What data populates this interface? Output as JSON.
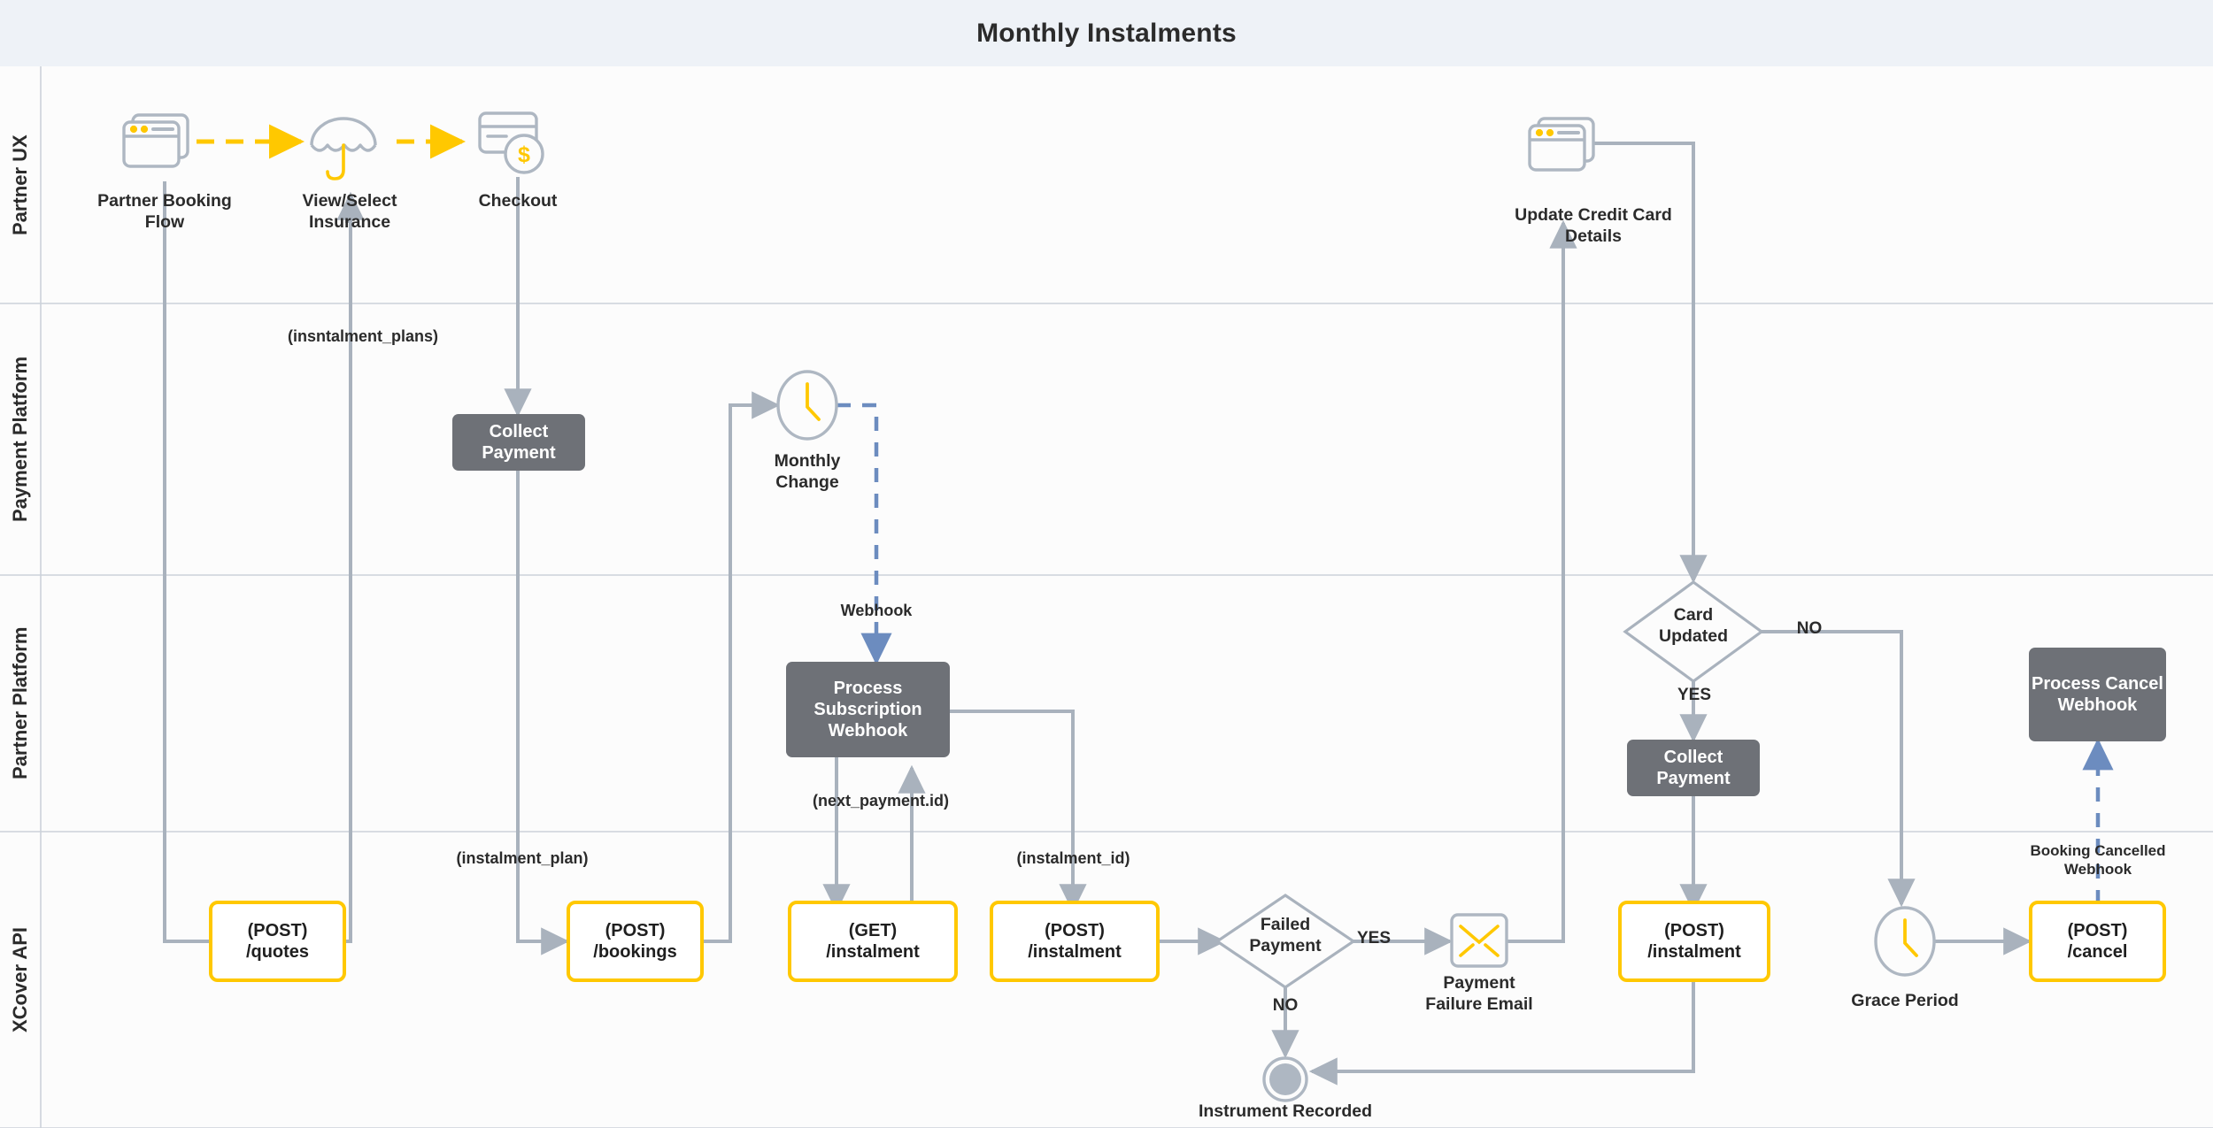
{
  "header": {
    "title": "Monthly Instalments",
    "band_color": "#eef2f7"
  },
  "palette": {
    "accent_yellow": "#ffc800",
    "gray_box": "#6e7177",
    "connector_gray": "#a9b2bd",
    "webhook_blue": "#6c8cbf",
    "text": "#2b2b2b",
    "canvas": "#fcfcfc"
  },
  "lanes": [
    {
      "id": "partner-ux",
      "label": "Partner UX"
    },
    {
      "id": "payment-platform",
      "label": "Payment Platform"
    },
    {
      "id": "partner-platform",
      "label": "Partner Platform"
    },
    {
      "id": "xcover-api",
      "label": "XCover API"
    }
  ],
  "nodes": {
    "partner_booking_flow": {
      "label": "Partner Booking\nFlow",
      "icon": "browser-windows-icon",
      "lane": "partner-ux"
    },
    "view_select_insurance": {
      "label": "View/Select\nInsurance",
      "icon": "umbrella-icon",
      "lane": "partner-ux"
    },
    "checkout": {
      "label": "Checkout",
      "icon": "credit-card-dollar-icon",
      "lane": "partner-ux"
    },
    "update_credit_card": {
      "label": "Update Credit Card\nDetails",
      "icon": "browser-windows-icon",
      "lane": "partner-ux"
    },
    "collect_payment_1": {
      "label": "Collect\nPayment",
      "type": "process",
      "lane": "payment-platform"
    },
    "monthly_change": {
      "label": "Monthly\nChange",
      "icon": "clock-icon",
      "lane": "payment-platform"
    },
    "process_subscription_webhook": {
      "label": "Process\nSubscription\nWebhook",
      "type": "process",
      "lane": "partner-platform"
    },
    "card_updated": {
      "label": "Card\nUpdated",
      "type": "decision",
      "lane": "partner-platform"
    },
    "collect_payment_2": {
      "label": "Collect\nPayment",
      "type": "process",
      "lane": "partner-platform"
    },
    "process_cancel_webhook": {
      "label": "Process\nCancel\nWebhook",
      "type": "process",
      "lane": "partner-platform"
    },
    "post_quotes": {
      "label": "(POST)\n/quotes",
      "type": "api",
      "lane": "xcover-api"
    },
    "post_bookings": {
      "label": "(POST)\n/bookings",
      "type": "api",
      "lane": "xcover-api"
    },
    "get_instalment": {
      "label": "(GET)\n/instalment",
      "type": "api",
      "lane": "xcover-api"
    },
    "post_instalment_1": {
      "label": "(POST)\n/instalment",
      "type": "api",
      "lane": "xcover-api"
    },
    "failed_payment": {
      "label": "Failed\nPayment",
      "type": "decision",
      "lane": "xcover-api"
    },
    "payment_failure_email": {
      "label": "Payment\nFailure Email",
      "icon": "envelope-icon",
      "lane": "xcover-api"
    },
    "post_instalment_2": {
      "label": "(POST)\n/instalment",
      "type": "api",
      "lane": "xcover-api"
    },
    "grace_period": {
      "label": "Grace Period",
      "icon": "clock-icon",
      "lane": "xcover-api"
    },
    "post_cancel": {
      "label": "(POST)\n/cancel",
      "type": "api",
      "lane": "xcover-api"
    },
    "instrument_recorded": {
      "label": "Instrument Recorded",
      "icon": "end-node-icon",
      "lane": "xcover-api"
    }
  },
  "node_text": {
    "partner_booking_flow_l1": "Partner Booking",
    "partner_booking_flow_l2": "Flow",
    "view_select_insurance_l1": "View/Select",
    "view_select_insurance_l2": "Insurance",
    "checkout_l1": "Checkout",
    "update_credit_card_l1": "Update Credit Card",
    "update_credit_card_l2": "Details",
    "monthly_change_l1": "Monthly",
    "monthly_change_l2": "Change",
    "payment_failure_email_l1": "Payment",
    "payment_failure_email_l2": "Failure Email",
    "grace_period_l1": "Grace Period",
    "instrument_recorded_l1": "Instrument Recorded",
    "collect_payment_1": "Collect Payment",
    "collect_payment_2": "Collect Payment",
    "process_subscription_webhook": "Process Subscription Webhook",
    "process_cancel_webhook": "Process Cancel Webhook",
    "card_updated_l1": "Card",
    "card_updated_l2": "Updated",
    "failed_payment_l1": "Failed",
    "failed_payment_l2": "Payment",
    "post_quotes_l1": "(POST)",
    "post_quotes_l2": "/quotes",
    "post_bookings_l1": "(POST)",
    "post_bookings_l2": "/bookings",
    "get_instalment_l1": "(GET)",
    "get_instalment_l2": "/instalment",
    "post_instalment_1_l1": "(POST)",
    "post_instalment_1_l2": "/instalment",
    "post_instalment_2_l1": "(POST)",
    "post_instalment_2_l2": "/instalment",
    "post_cancel_l1": "(POST)",
    "post_cancel_l2": "/cancel"
  },
  "edge_labels": {
    "instalment_plans": "(insntalment_plans)",
    "instalment_plan": "(instalment_plan)",
    "webhook": "Webhook",
    "next_payment_id": "(next_payment.id)",
    "instalment_id": "(instalment_id)",
    "booking_cancelled_webhook_l1": "Booking Cancelled",
    "booking_cancelled_webhook_l2": "Webhook",
    "failed_payment_yes": "YES",
    "failed_payment_no": "NO",
    "card_updated_yes": "YES",
    "card_updated_no": "NO"
  }
}
